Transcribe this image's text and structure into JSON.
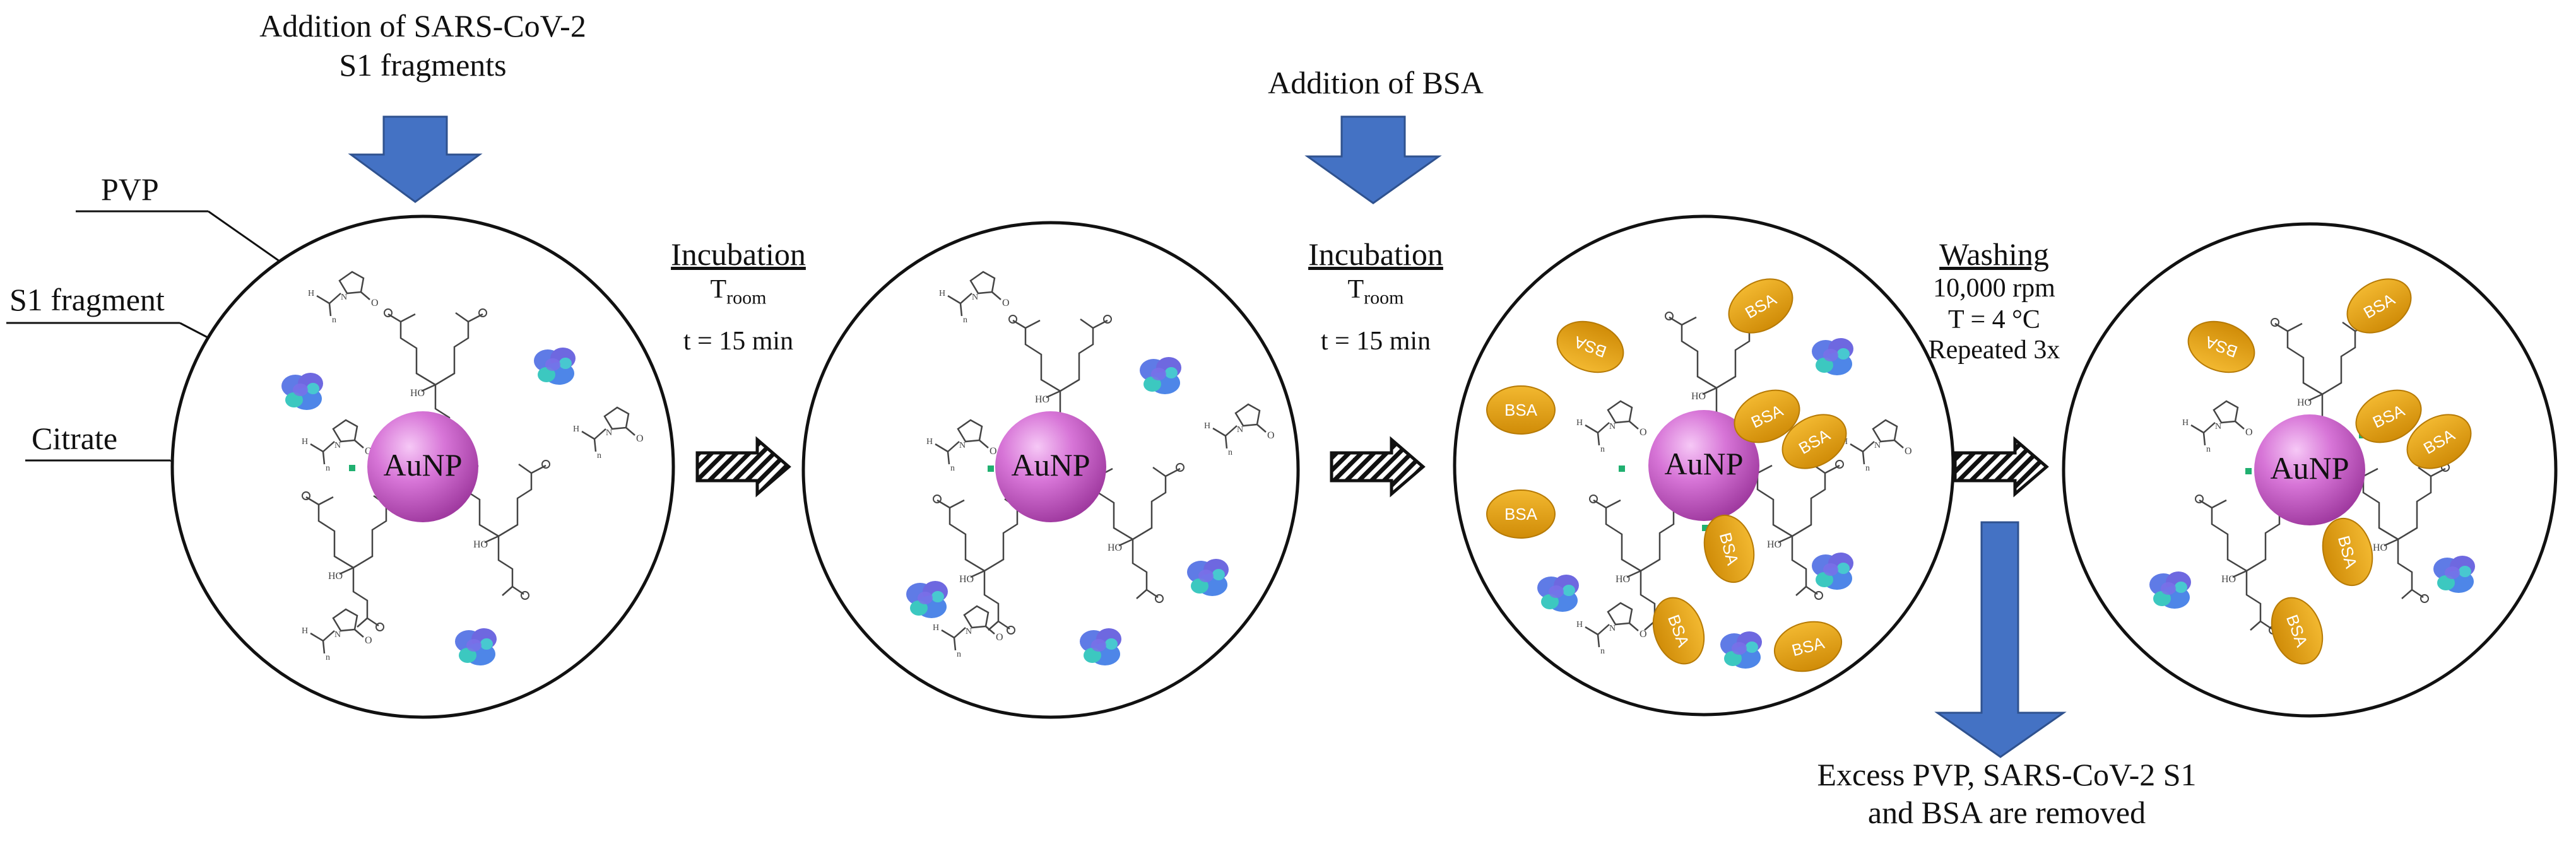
{
  "add_s1": {
    "line1": "Addition of SARS-CoV-2",
    "line2": "S1 fragments"
  },
  "add_bsa": "Addition of BSA",
  "labels": {
    "pvp": "PVP",
    "s1": "S1 fragment",
    "citrate": "Citrate"
  },
  "particle": "AuNP",
  "bsa_label": "BSA",
  "step1": {
    "title": "Incubation",
    "temp": "T",
    "temp_sub": "room",
    "time": "t = 15 min"
  },
  "step2": {
    "title": "Incubation",
    "temp": "T",
    "temp_sub": "room",
    "time": "t = 15 min"
  },
  "step3": {
    "title": "Washing",
    "line1": "10,000 rpm",
    "line2": "T = 4 °C",
    "line3": "Repeated 3x"
  },
  "removed": {
    "line1": "Excess PVP, SARS-CoV-2 S1",
    "line2": "and BSA are removed"
  },
  "colors": {
    "arrow_blue": "#4472C4",
    "arrow_edge": "#2F528F",
    "aunp": "#CC66CC",
    "bsa": "#E0A010",
    "protein": "#5B7FE0",
    "protein_teal": "#3CC8C0",
    "link": "#20B070"
  }
}
